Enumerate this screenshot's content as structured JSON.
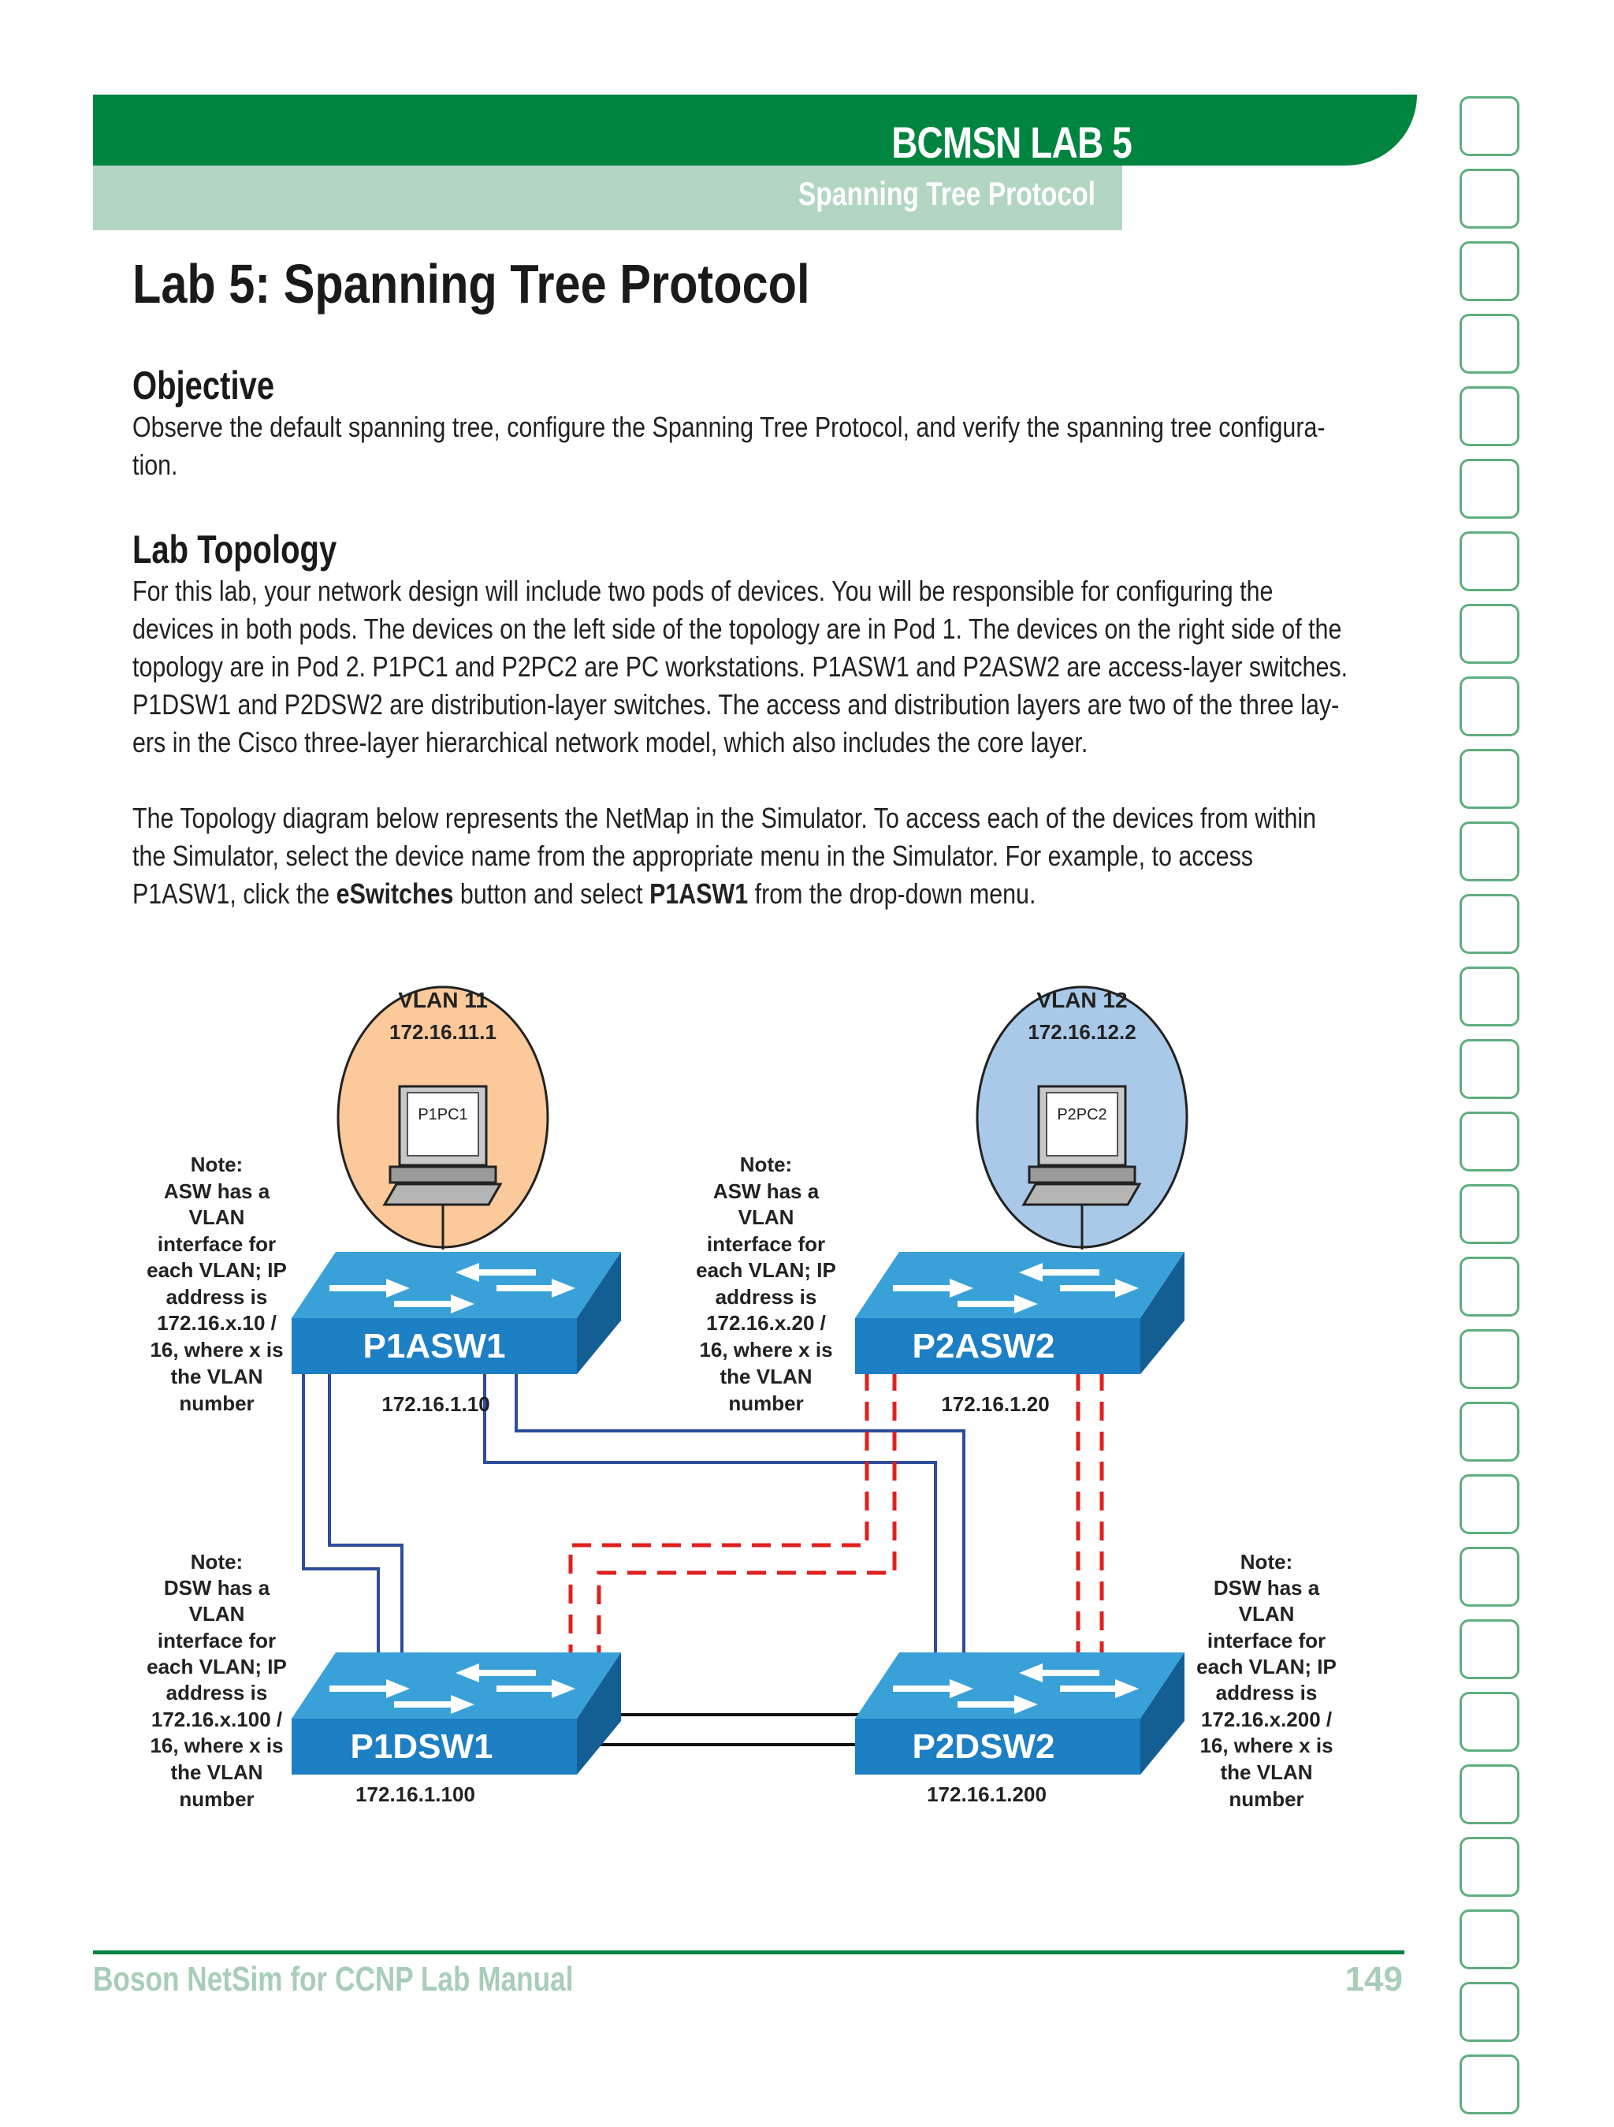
{
  "header": {
    "title": "BCMSN LAB 5",
    "subtitle": "Spanning Tree Protocol",
    "colors": {
      "band": "#008540",
      "sub_band": "#b3d6c2"
    }
  },
  "page_title": "Lab 5: Spanning Tree Protocol",
  "sections": {
    "objective": {
      "heading": "Objective",
      "lines": [
        "Observe the default spanning tree, configure the Spanning Tree Protocol, and verify the spanning tree configura-",
        "tion."
      ]
    },
    "topology": {
      "heading": "Lab Topology",
      "para1_lines": [
        "For this lab, your network design will include two pods of devices. You  will be responsible for configuring the",
        "devices in both pods. The devices on the left side of the topology are in Pod 1. The devices on the right side of the",
        "topology are in Pod 2. P1PC1 and P2PC2 are PC workstations. P1ASW1 and P2ASW2 are access-layer switches.",
        "P1DSW1 and P2DSW2 are distribution-layer switches. The access and distribution layers are two of the three lay-",
        "ers in the Cisco three-layer hierarchical network model, which also includes the core layer."
      ],
      "para2_lines": [
        "The Topology diagram below represents the NetMap in the Simulator. To access each of the devices from within",
        "the Simulator, select the device name from the appropriate menu in the Simulator. For example, to access"
      ],
      "para2_last": {
        "t1": "P1ASW1, click the ",
        "b1": "eSwitches",
        "t2": " button and select ",
        "b2": "P1ASW1",
        "t3": " from the drop-down menu."
      }
    }
  },
  "diagram": {
    "vlan_left": {
      "name": "VLAN 11",
      "ip": "172.16.11.1",
      "pc": "P1PC1",
      "color": "#fbc99a"
    },
    "vlan_right": {
      "name": "VLAN 12",
      "ip": "172.16.12.2",
      "pc": "P2PC2",
      "color": "#a9c9e8"
    },
    "switches": {
      "p1asw1": {
        "label": "P1ASW1",
        "ip": "172.16.1.10"
      },
      "p2asw2": {
        "label": "P2ASW2",
        "ip": "172.16.1.20"
      },
      "p1dsw1": {
        "label": "P1DSW1",
        "ip": "172.16.1.100"
      },
      "p2dsw2": {
        "label": "P2DSW2",
        "ip": "172.16.1.200"
      }
    },
    "notes": {
      "asw_left": [
        "Note:",
        "ASW has a",
        "VLAN",
        "interface for",
        "each VLAN; IP",
        "address is",
        "172.16.x.10 /",
        "16, where x is",
        "the VLAN",
        "number"
      ],
      "asw_mid": [
        "Note:",
        "ASW has a",
        "VLAN",
        "interface for",
        "each VLAN; IP",
        "address is",
        "172.16.x.20 /",
        "16, where x is",
        "the VLAN",
        "number"
      ],
      "dsw_left": [
        "Note:",
        "DSW has a",
        "VLAN",
        "interface for",
        "each VLAN; IP",
        "address is",
        "172.16.x.100 /",
        "16, where x is",
        "the VLAN",
        "number"
      ],
      "dsw_right": [
        "Note:",
        "DSW has a",
        "VLAN",
        "interface for",
        "each VLAN; IP",
        "address is",
        "172.16.x.200 /",
        "16, where x is",
        "the VLAN",
        "number"
      ]
    },
    "colors": {
      "switch_top": "#3aa0d8",
      "switch_front": "#1d7fc4",
      "switch_side": "#135e93",
      "blue_link": "#2f4c9c",
      "red_link": "#e02020"
    }
  },
  "footer": {
    "left": "Boson NetSim for CCNP Lab Manual",
    "page": "149"
  }
}
